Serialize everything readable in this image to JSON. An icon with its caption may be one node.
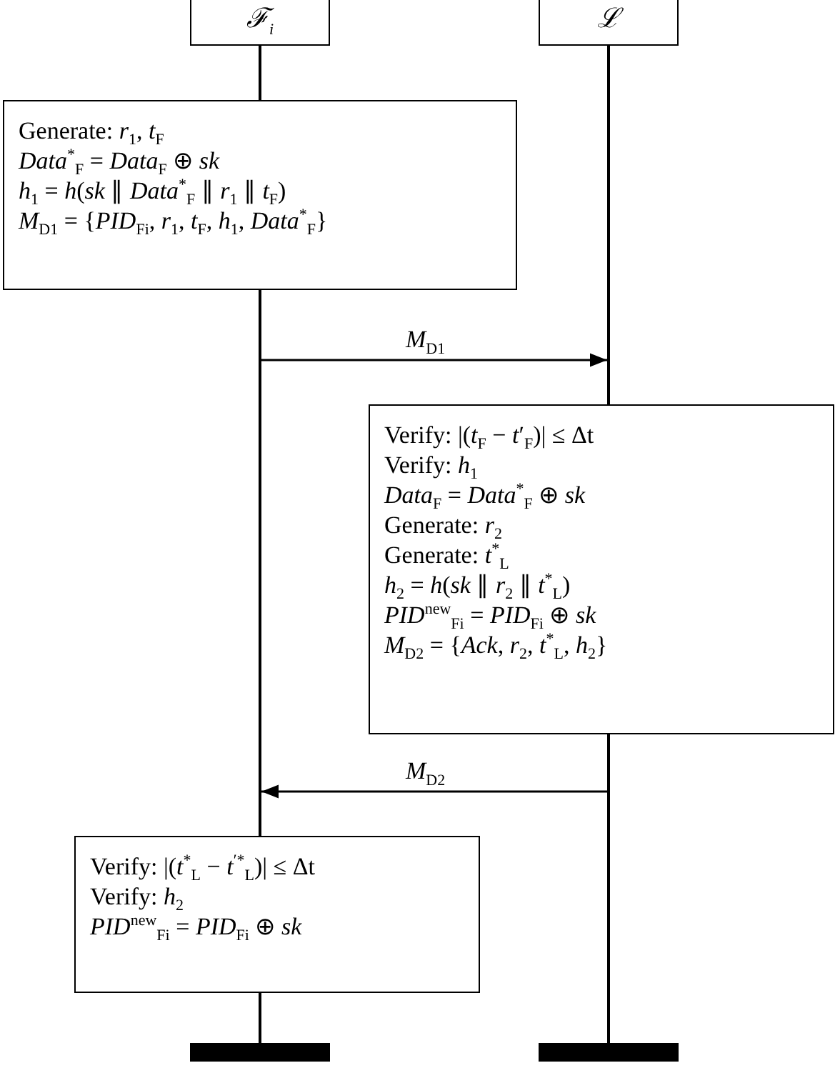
{
  "diagram": {
    "nodes": [
      {
        "text": [
          "ℱ$_{i}$"
        ]
      },
      {
        "text": [
          "ℒ"
        ]
      },
      {
        "text": [
          "Generate: *r*$_{1}$, *t*$_{F}$",
          "*Data*$^{*}$$_{F}$ = *Data*$_{F}$ ⊕ *sk*",
          "*h*$_{1}$ = *h*(*sk* ∥ *Data*$^{*}$$_{F}$ ∥ *r*$_{1}$ ∥ *t*$_{F}$)",
          "*M*$_{D1}$ = {*PID*$_{Fi}$, *r*$_{1}$, *t*$_{F}$, *h*$_{1}$, *Data*$^{*}$$_{F}$}"
        ]
      },
      {
        "text": [
          "Verify: |(*t*$_{F}$ − *t*′$_{F}$)| ≤ Δt",
          "Verify: *h*$_{1}$",
          "*Data*$_{F}$ = *Data*$^{*}$$_{F}$ ⊕ *sk*",
          "Generate: *r*$_{2}$",
          "Generate: *t*$^{*}$$_{L}$",
          "*h*$_{2}$ = *h*(*sk* ∥ *r*$_{2}$ ∥ *t*$^{*}$$_{L}$)",
          "*PID*$^{new}$$_{Fi}$ = *PID*$_{Fi}$ ⊕ *sk*",
          "*M*$_{D2}$ = {*Ack*, *r*$_{2}$, *t*$^{*}$$_{L}$, *h*$_{2}$}"
        ]
      },
      {
        "text": [
          "Verify: |(*t*$^{*}$$_{L}$ − *t*$^{′*}$$_{L}$)| ≤ Δt",
          "Verify: *h*$_{2}$",
          "*PID*$^{new}$$_{Fi}$ = *PID*$_{Fi}$ ⊕ *sk*"
        ]
      },
      {
        "text": [],
        "shape": "bar"
      },
      {
        "text": [],
        "shape": "bar"
      },
      {
        "text": [],
        "shape": "line"
      },
      {
        "text": [],
        "shape": "line"
      }
    ],
    "edges": [
      {
        "from": 7,
        "to": 8,
        "arrow": "to",
        "label": "*M*$_{D1}$"
      },
      {
        "from": 8,
        "to": 7,
        "arrow": "to",
        "label": "*M*$_{D2}$"
      }
    ]
  }
}
